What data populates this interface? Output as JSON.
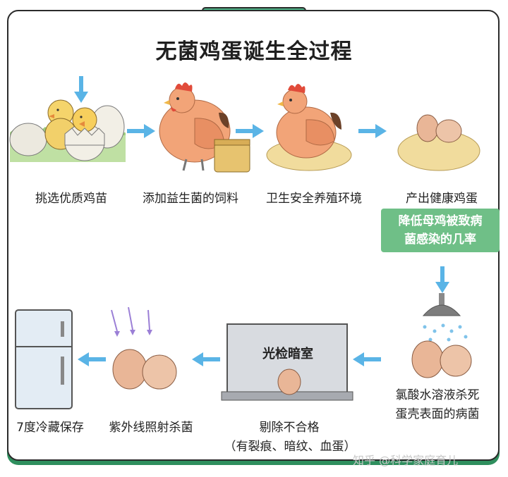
{
  "title": "无菌鸡蛋诞生全过程",
  "steps": {
    "s1": "挑选优质鸡苗",
    "s2": "添加益生菌的饲料",
    "s3": "卫生安全养殖环境",
    "s4": "产出健康鸡蛋",
    "s5": "氯酸水溶液杀死",
    "s5b": "蛋壳表面的病菌",
    "s6a": "剔除不合格",
    "s6b": "（有裂痕、暗纹、血蛋）",
    "s7": "紫外线照射杀菌",
    "s8": "7度冷藏保存"
  },
  "highlight": {
    "line1": "降低母鸡被致病",
    "line2": "菌感染的几率"
  },
  "box_label": "光检暗室",
  "watermark": "知乎 @科学家庭育儿",
  "colors": {
    "accent_green": "#4db387",
    "highlight_green": "#6fbf87",
    "arrow_blue": "#5ab4e6",
    "uv_purple": "#9b7fd6"
  }
}
